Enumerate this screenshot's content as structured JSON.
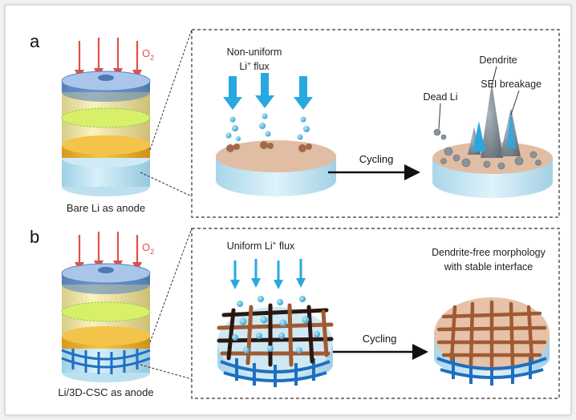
{
  "panels": [
    {
      "letter": "a",
      "oxygen": "O",
      "oxygen_sub": "2",
      "anode_label": "Bare Li as anode",
      "flux_label_line1": "Non-uniform",
      "flux_label_line2_pre": "Li",
      "flux_label_line2_sup": "+",
      "flux_label_line2_post": " flux",
      "arrow_label": "Cycling",
      "dendrite_label": "Dendrite",
      "dead_li_label": "Dead Li",
      "sei_label": "SEI breakage"
    },
    {
      "letter": "b",
      "oxygen": "O",
      "oxygen_sub": "2",
      "anode_label": "Li/3D-CSC as anode",
      "flux_label_pre": "Uniform Li",
      "flux_label_sup": "+",
      "flux_label_post": " flux",
      "arrow_label": "Cycling",
      "result_line1": "Dendrite-free morphology",
      "result_line2": "with stable interface"
    }
  ],
  "colors": {
    "o2_arrow": "#e0504a",
    "li_flux": "#29a8e0",
    "ion": "#5cc3ea",
    "electrolyte": "#f0d77a",
    "separator": "#c8e64a",
    "li_metal": "#bfe3f2",
    "deposit": "#e0b9a0",
    "dendrite": "#7d8892",
    "carbon": "#2a1810",
    "copper": "#a05a32",
    "grid_blue": "#1e6fc0"
  }
}
